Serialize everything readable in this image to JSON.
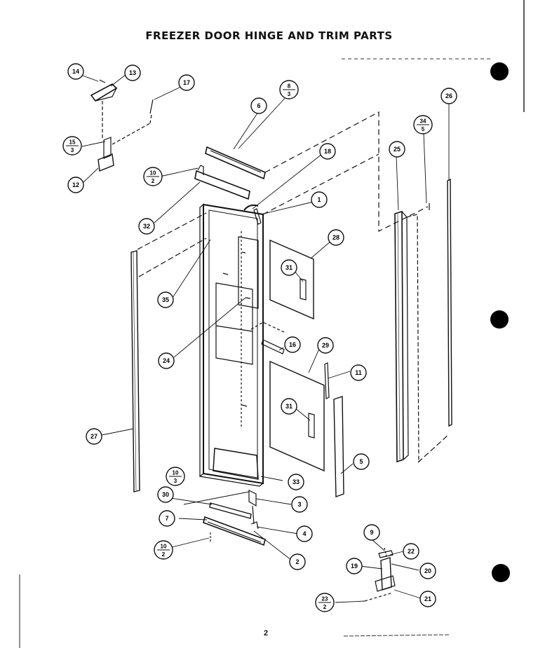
{
  "title": "FREEZER DOOR HINGE AND TRIM PARTS",
  "page_number": "2",
  "callouts": [
    {
      "id": "c14",
      "label": "14"
    },
    {
      "id": "c13",
      "label": "13"
    },
    {
      "id": "c17",
      "label": "17"
    },
    {
      "id": "c12",
      "label": "12"
    },
    {
      "id": "c6",
      "label": "6"
    },
    {
      "id": "c18",
      "label": "18"
    },
    {
      "id": "c1",
      "label": "1"
    },
    {
      "id": "c32",
      "label": "32"
    },
    {
      "id": "c28",
      "label": "28"
    },
    {
      "id": "c31a",
      "label": "31"
    },
    {
      "id": "c35",
      "label": "35"
    },
    {
      "id": "c24",
      "label": "24"
    },
    {
      "id": "c16",
      "label": "16"
    },
    {
      "id": "c29",
      "label": "29"
    },
    {
      "id": "c11",
      "label": "11"
    },
    {
      "id": "c31b",
      "label": "31"
    },
    {
      "id": "c27",
      "label": "27"
    },
    {
      "id": "c5",
      "label": "5"
    },
    {
      "id": "c25",
      "label": "25"
    },
    {
      "id": "c26",
      "label": "26"
    },
    {
      "id": "c33",
      "label": "33"
    },
    {
      "id": "c30",
      "label": "30"
    },
    {
      "id": "c3",
      "label": "3"
    },
    {
      "id": "c7",
      "label": "7"
    },
    {
      "id": "c4",
      "label": "4"
    },
    {
      "id": "c2",
      "label": "2"
    },
    {
      "id": "c9",
      "label": "9"
    },
    {
      "id": "c22",
      "label": "22"
    },
    {
      "id": "c19",
      "label": "19"
    },
    {
      "id": "c20",
      "label": "20"
    },
    {
      "id": "c21",
      "label": "21"
    }
  ],
  "fraction_callouts": [
    {
      "id": "f15_3",
      "num": "15",
      "den": "3"
    },
    {
      "id": "f8_3",
      "num": "8",
      "den": "3"
    },
    {
      "id": "f10_2a",
      "num": "10",
      "den": "2"
    },
    {
      "id": "f34_5",
      "num": "34",
      "den": "5"
    },
    {
      "id": "f10_3",
      "num": "10",
      "den": "3"
    },
    {
      "id": "f10_2b",
      "num": "10",
      "den": "2"
    },
    {
      "id": "f23_2",
      "num": "23",
      "den": "2"
    }
  ]
}
